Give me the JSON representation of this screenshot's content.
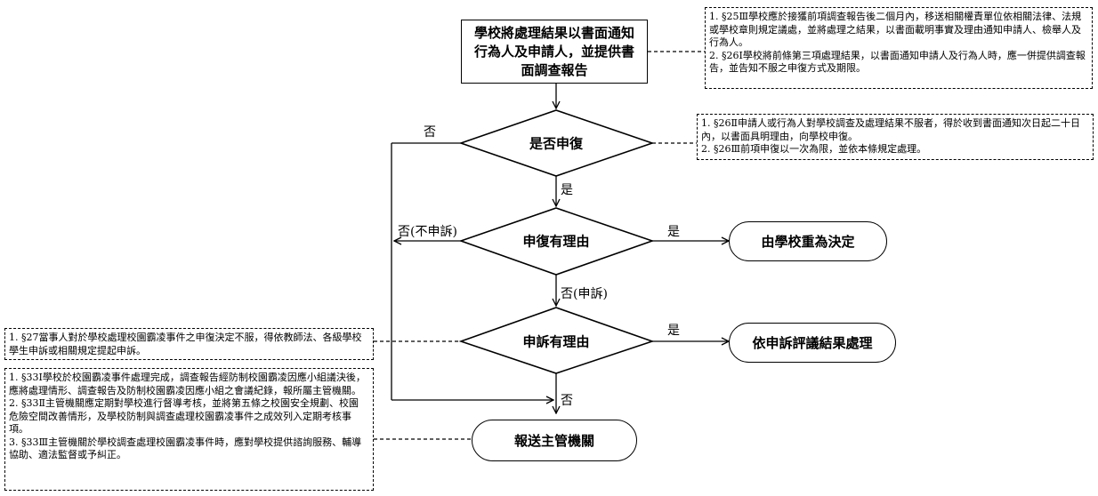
{
  "start_box": {
    "text": "學校將處理結果以書面通知行為人及申請人，並提供書面調查報告"
  },
  "decisions": {
    "appeal": "是否申復",
    "appeal_reason": "申復有理由",
    "grievance_reason": "申訴有理由"
  },
  "terminals": {
    "school_redecide": "由學校重為決定",
    "follow_grievance": "依申訴評議結果處理",
    "report_authority": "報送主管機關"
  },
  "edge_labels": {
    "appeal_no": "否",
    "appeal_yes": "是",
    "reason_no_no_grievance": "否(不申訴)",
    "reason_yes": "是",
    "reason_no_grievance": "否(申訴)",
    "grievance_yes": "是",
    "grievance_no": "否"
  },
  "notes": {
    "note_25_26": [
      "1. §25Ⅲ學校應於接獲前項調查報告後二個月內，移送相關權責單位依相關法律、法規或學校章則規定議處，並將處理之結果，以書面載明事實及理由通知申請人、檢舉人及行為人。",
      "2. §26Ⅰ學校將前條第三項處理結果，以書面通知申請人及行為人時，應一併提供調查報告，並告知不服之申復方式及期限。"
    ],
    "note_26": [
      "1. §26Ⅱ申請人或行為人對學校調查及處理結果不服者，得於收到書面通知次日起二十日內，以書面具明理由，向學校申復。",
      "2. §26Ⅲ前項申復以一次為限，並依本條規定處理。"
    ],
    "note_27": [
      "1. §27當事人對於學校處理校園霸凌事件之申復決定不服，得依教師法、各級學校學生申訴或相關規定提起申訴。"
    ],
    "note_33": [
      "1. §33Ⅰ學校於校園霸凌事件處理完成，調查報告經防制校園霸凌因應小組議決後，應將處理情形、調查報告及防制校園霸凌因應小組之會議紀錄，報所屬主管機關。",
      "2. §33Ⅱ主管機關應定期對學校進行督導考核，並將第五條之校園安全規劃、校園危險空間改善情形，及學校防制與調查處理校園霸凌事件之成效列入定期考核事項。",
      "3. §33Ⅲ主管機關於學校調查處理校園霸凌事件時，應對學校提供諮詢服務、輔導協助、適法監督或予糾正。"
    ]
  }
}
